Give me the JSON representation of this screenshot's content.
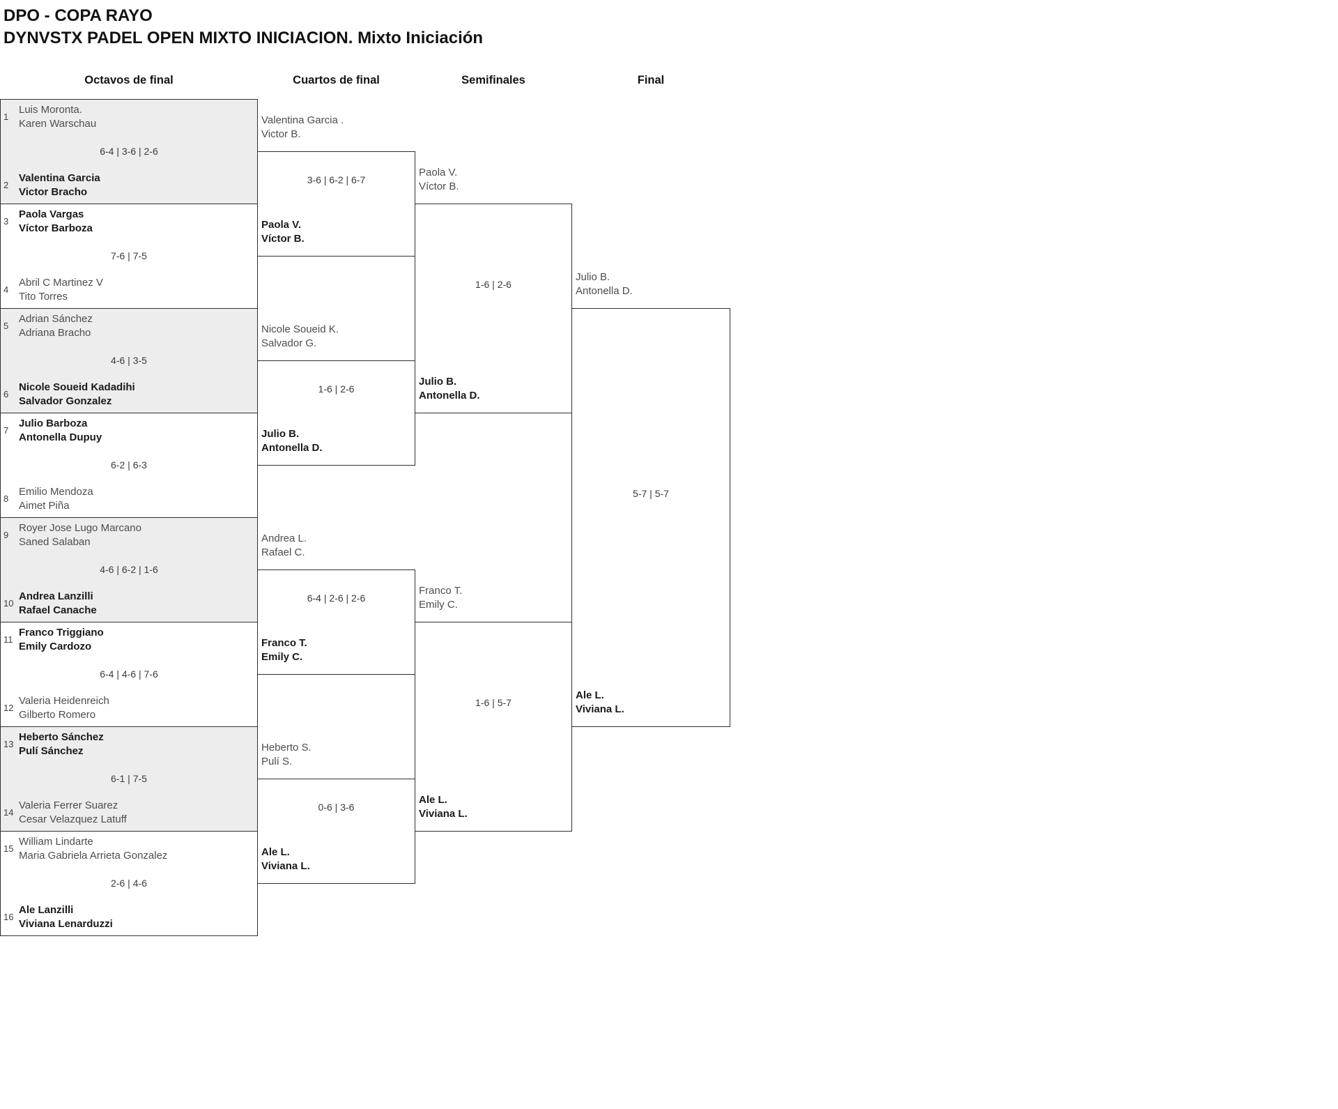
{
  "title": "DPO - COPA RAYO",
  "subtitle": "DYNVSTX PADEL OPEN MIXTO INICIACION. Mixto Iniciación",
  "colors": {
    "row_shade": "#ededed",
    "border": "#2f2f2f",
    "winner_text": "#1a1a1a",
    "loser_text": "#4d4d4d",
    "score_text": "#3a3a3a"
  },
  "rounds": [
    {
      "label": "Octavos de final",
      "matches": [
        {
          "seed1": "1",
          "team1a": "Luis Moronta.",
          "team1b": "Karen Warschau",
          "seed2": "2",
          "team2a": "Valentina Garcia",
          "team2b": "Victor Bracho",
          "score": "6-4 | 3-6 | 2-6",
          "winner": 2,
          "shaded": true
        },
        {
          "seed1": "3",
          "team1a": "Paola Vargas",
          "team1b": "Víctor Barboza",
          "seed2": "4",
          "team2a": "Abril C Martinez V",
          "team2b": "Tito Torres",
          "score": "7-6 | 7-5",
          "winner": 1,
          "shaded": false
        },
        {
          "seed1": "5",
          "team1a": "Adrian Sánchez",
          "team1b": "Adriana Bracho",
          "seed2": "6",
          "team2a": "Nicole Soueid Kadadihi",
          "team2b": "Salvador Gonzalez",
          "score": "4-6 | 3-5",
          "winner": 2,
          "shaded": true
        },
        {
          "seed1": "7",
          "team1a": "Julio Barboza",
          "team1b": "Antonella Dupuy",
          "seed2": "8",
          "team2a": "Emilio Mendoza",
          "team2b": "Aimet Piña",
          "score": "6-2 | 6-3",
          "winner": 1,
          "shaded": false
        },
        {
          "seed1": "9",
          "team1a": "Royer Jose Lugo Marcano",
          "team1b": "Saned Salaban",
          "seed2": "10",
          "team2a": "Andrea Lanzilli",
          "team2b": "Rafael Canache",
          "score": "4-6 | 6-2 | 1-6",
          "winner": 2,
          "shaded": true
        },
        {
          "seed1": "11",
          "team1a": "Franco Triggiano",
          "team1b": "Emily Cardozo",
          "seed2": "12",
          "team2a": "Valeria Heidenreich",
          "team2b": "Gilberto Romero",
          "score": "6-4 | 4-6 | 7-6",
          "winner": 1,
          "shaded": false
        },
        {
          "seed1": "13",
          "team1a": "Heberto Sánchez",
          "team1b": "Pulí Sánchez",
          "seed2": "14",
          "team2a": "Valeria Ferrer Suarez",
          "team2b": "Cesar Velazquez Latuff",
          "score": "6-1 | 7-5",
          "winner": 1,
          "shaded": true
        },
        {
          "seed1": "15",
          "team1a": "William Lindarte",
          "team1b": "Maria Gabriela Arrieta Gonzalez",
          "seed2": "16",
          "team2a": "Ale Lanzilli",
          "team2b": "Viviana Lenarduzzi",
          "score": "2-6 | 4-6",
          "winner": 2,
          "shaded": false
        }
      ]
    },
    {
      "label": "Cuartos de final",
      "matches": [
        {
          "team1a": "Valentina Garcia .",
          "team1b": "Victor B.",
          "team2a": "Paola V.",
          "team2b": "Víctor B.",
          "score": "3-6 | 6-2 | 6-7",
          "winner": 2,
          "shaded": false
        },
        {
          "team1a": "Nicole Soueid K.",
          "team1b": "Salvador G.",
          "team2a": "Julio B.",
          "team2b": "Antonella D.",
          "score": "1-6 | 2-6",
          "winner": 2,
          "shaded": false
        },
        {
          "team1a": "Andrea L.",
          "team1b": "Rafael C.",
          "team2a": "Franco T.",
          "team2b": "Emily C.",
          "score": "6-4 | 2-6 | 2-6",
          "winner": 2,
          "shaded": false
        },
        {
          "team1a": "Heberto S.",
          "team1b": "Pulí S.",
          "team2a": "Ale L.",
          "team2b": "Viviana L.",
          "score": "0-6 | 3-6",
          "winner": 2,
          "shaded": false
        }
      ]
    },
    {
      "label": "Semifinales",
      "matches": [
        {
          "team1a": "Paola V.",
          "team1b": "Víctor B.",
          "team2a": "Julio B.",
          "team2b": "Antonella D.",
          "score": "1-6 | 2-6",
          "winner": 2,
          "shaded": false
        },
        {
          "team1a": "Franco T.",
          "team1b": "Emily C.",
          "team2a": "Ale L.",
          "team2b": "Viviana L.",
          "score": "1-6 | 5-7",
          "winner": 2,
          "shaded": false
        }
      ]
    },
    {
      "label": "Final",
      "matches": [
        {
          "team1a": "Julio B.",
          "team1b": "Antonella D.",
          "team2a": "Ale L.",
          "team2b": "Viviana L.",
          "score": "5-7 | 5-7",
          "winner": 2,
          "shaded": false
        }
      ]
    }
  ]
}
